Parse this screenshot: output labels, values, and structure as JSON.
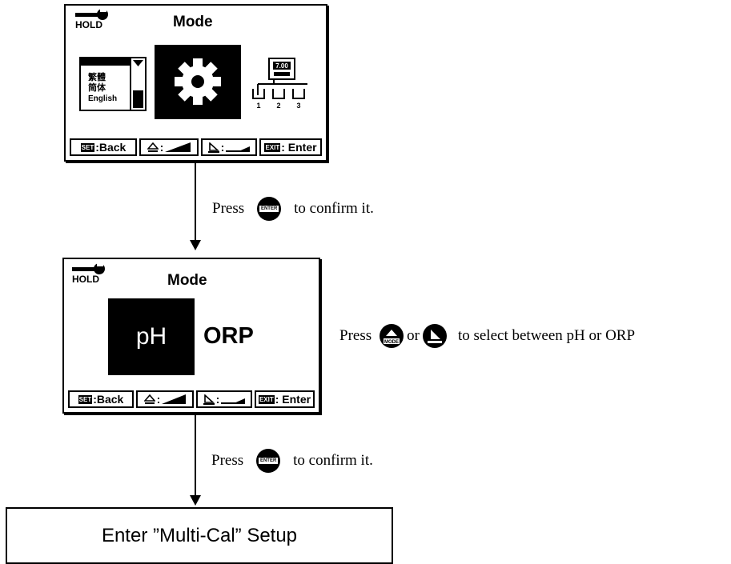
{
  "screen1": {
    "hold_label": "HOLD",
    "title": "Mode",
    "languages": [
      "繁體",
      "简体",
      "English"
    ],
    "bath_labels": [
      "1",
      "2",
      "3"
    ],
    "meter_display": "7.00",
    "softkeys": [
      {
        "key": "SET",
        "text": ":Back"
      },
      {
        "key": "",
        "text": ""
      },
      {
        "key": "",
        "text": ""
      },
      {
        "key": "EXIT",
        "text": ": Enter"
      }
    ]
  },
  "screen2": {
    "hold_label": "HOLD",
    "title": "Mode",
    "option_selected": "pH",
    "option_other": "ORP",
    "softkeys": [
      {
        "key": "SET",
        "text": ":Back"
      },
      {
        "key": "",
        "text": ""
      },
      {
        "key": "",
        "text": ""
      },
      {
        "key": "EXIT",
        "text": ": Enter"
      }
    ]
  },
  "instructions": {
    "confirm1": {
      "prefix": "Press",
      "button": "ENTER",
      "suffix": "to confirm it."
    },
    "select": {
      "prefix": "Press",
      "button1": "MODE",
      "middle": "or",
      "suffix": "to select between pH or ORP"
    },
    "confirm2": {
      "prefix": "Press",
      "button": "ENTER",
      "suffix": "to confirm it."
    }
  },
  "final_box": "Enter ”Multi-Cal” Setup",
  "colors": {
    "ink": "#000000",
    "paper": "#ffffff"
  }
}
